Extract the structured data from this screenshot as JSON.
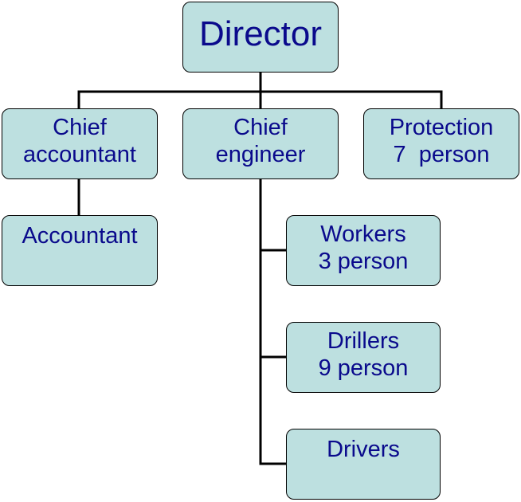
{
  "colors": {
    "box_fill": "#bde0e0",
    "box_border": "#000000",
    "text": "#0a0a8c",
    "connector": "#000000"
  },
  "org_chart": {
    "director": {
      "lines": [
        "Director"
      ]
    },
    "chief_accountant": {
      "lines": [
        "Chief",
        "accountant"
      ]
    },
    "chief_engineer": {
      "lines": [
        "Chief",
        "engineer"
      ]
    },
    "protection": {
      "lines": [
        "Protection",
        "7  person"
      ]
    },
    "accountant": {
      "lines": [
        "Accountant"
      ]
    },
    "workers": {
      "lines": [
        "Workers",
        "3 person"
      ]
    },
    "drillers": {
      "lines": [
        "Drillers",
        "9 person"
      ]
    },
    "drivers": {
      "lines": [
        "Drivers"
      ]
    }
  }
}
